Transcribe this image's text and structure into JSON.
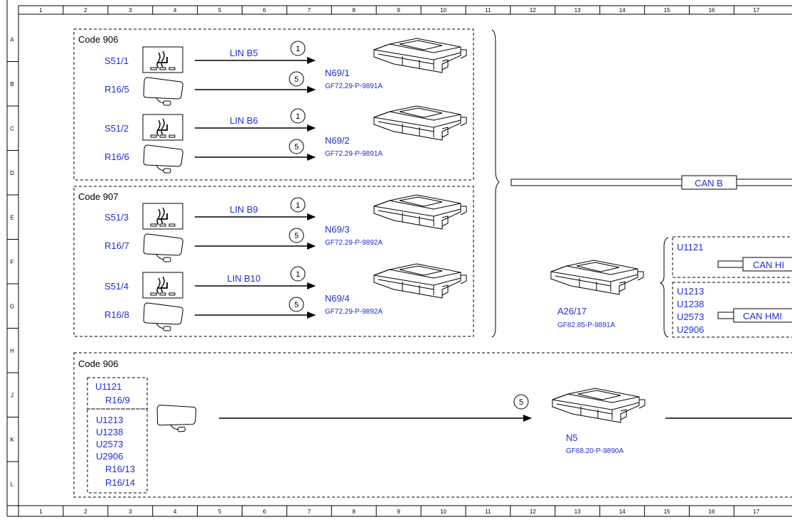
{
  "grid": {
    "columns": [
      "1",
      "2",
      "3",
      "4",
      "5",
      "6",
      "7",
      "8",
      "9",
      "10",
      "11",
      "12",
      "13",
      "14",
      "15",
      "16",
      "17"
    ],
    "rows": [
      "A",
      "B",
      "C",
      "D",
      "E",
      "F",
      "G",
      "H",
      "J",
      "K",
      "L"
    ]
  },
  "groups": {
    "code906_top": "Code 906",
    "code907": "Code 907",
    "code906_bottom": "Code 906"
  },
  "channels": [
    {
      "switch": "S51/1",
      "heater": "R16/5",
      "bus": "LIN B5",
      "bus_num": "1",
      "heat_num": "5",
      "module": "N69/1",
      "doc": "GF72.29-P-9891A"
    },
    {
      "switch": "S51/2",
      "heater": "R16/6",
      "bus": "LIN B6",
      "bus_num": "1",
      "heat_num": "5",
      "module": "N69/2",
      "doc": "GF72.29-P-9891A"
    },
    {
      "switch": "S51/3",
      "heater": "R16/7",
      "bus": "LIN B9",
      "bus_num": "1",
      "heat_num": "5",
      "module": "N69/3",
      "doc": "GF72.29-P-9892A"
    },
    {
      "switch": "S51/4",
      "heater": "R16/8",
      "bus": "LIN B10",
      "bus_num": "1",
      "heat_num": "5",
      "module": "N69/4",
      "doc": "GF72.29-P-9892A"
    }
  ],
  "can_b": "CAN B",
  "gateway": {
    "label": "A26/17",
    "doc": "GF82.85-P-9891A"
  },
  "variant_a": {
    "codes": [
      "U1121"
    ],
    "bus": "CAN HI"
  },
  "variant_b": {
    "codes": [
      "U1213",
      "U1238",
      "U2573",
      "U2906"
    ],
    "bus": "CAN HMI"
  },
  "bottom": {
    "box1_code": "U1121",
    "box1_part": "R16/9",
    "box2_codes": [
      "U1213",
      "U1238",
      "U2573",
      "U2906"
    ],
    "box2_parts": [
      "R16/13",
      "R16/14"
    ],
    "num": "5",
    "module": "N5",
    "doc": "GF68.20-P-9890A"
  }
}
